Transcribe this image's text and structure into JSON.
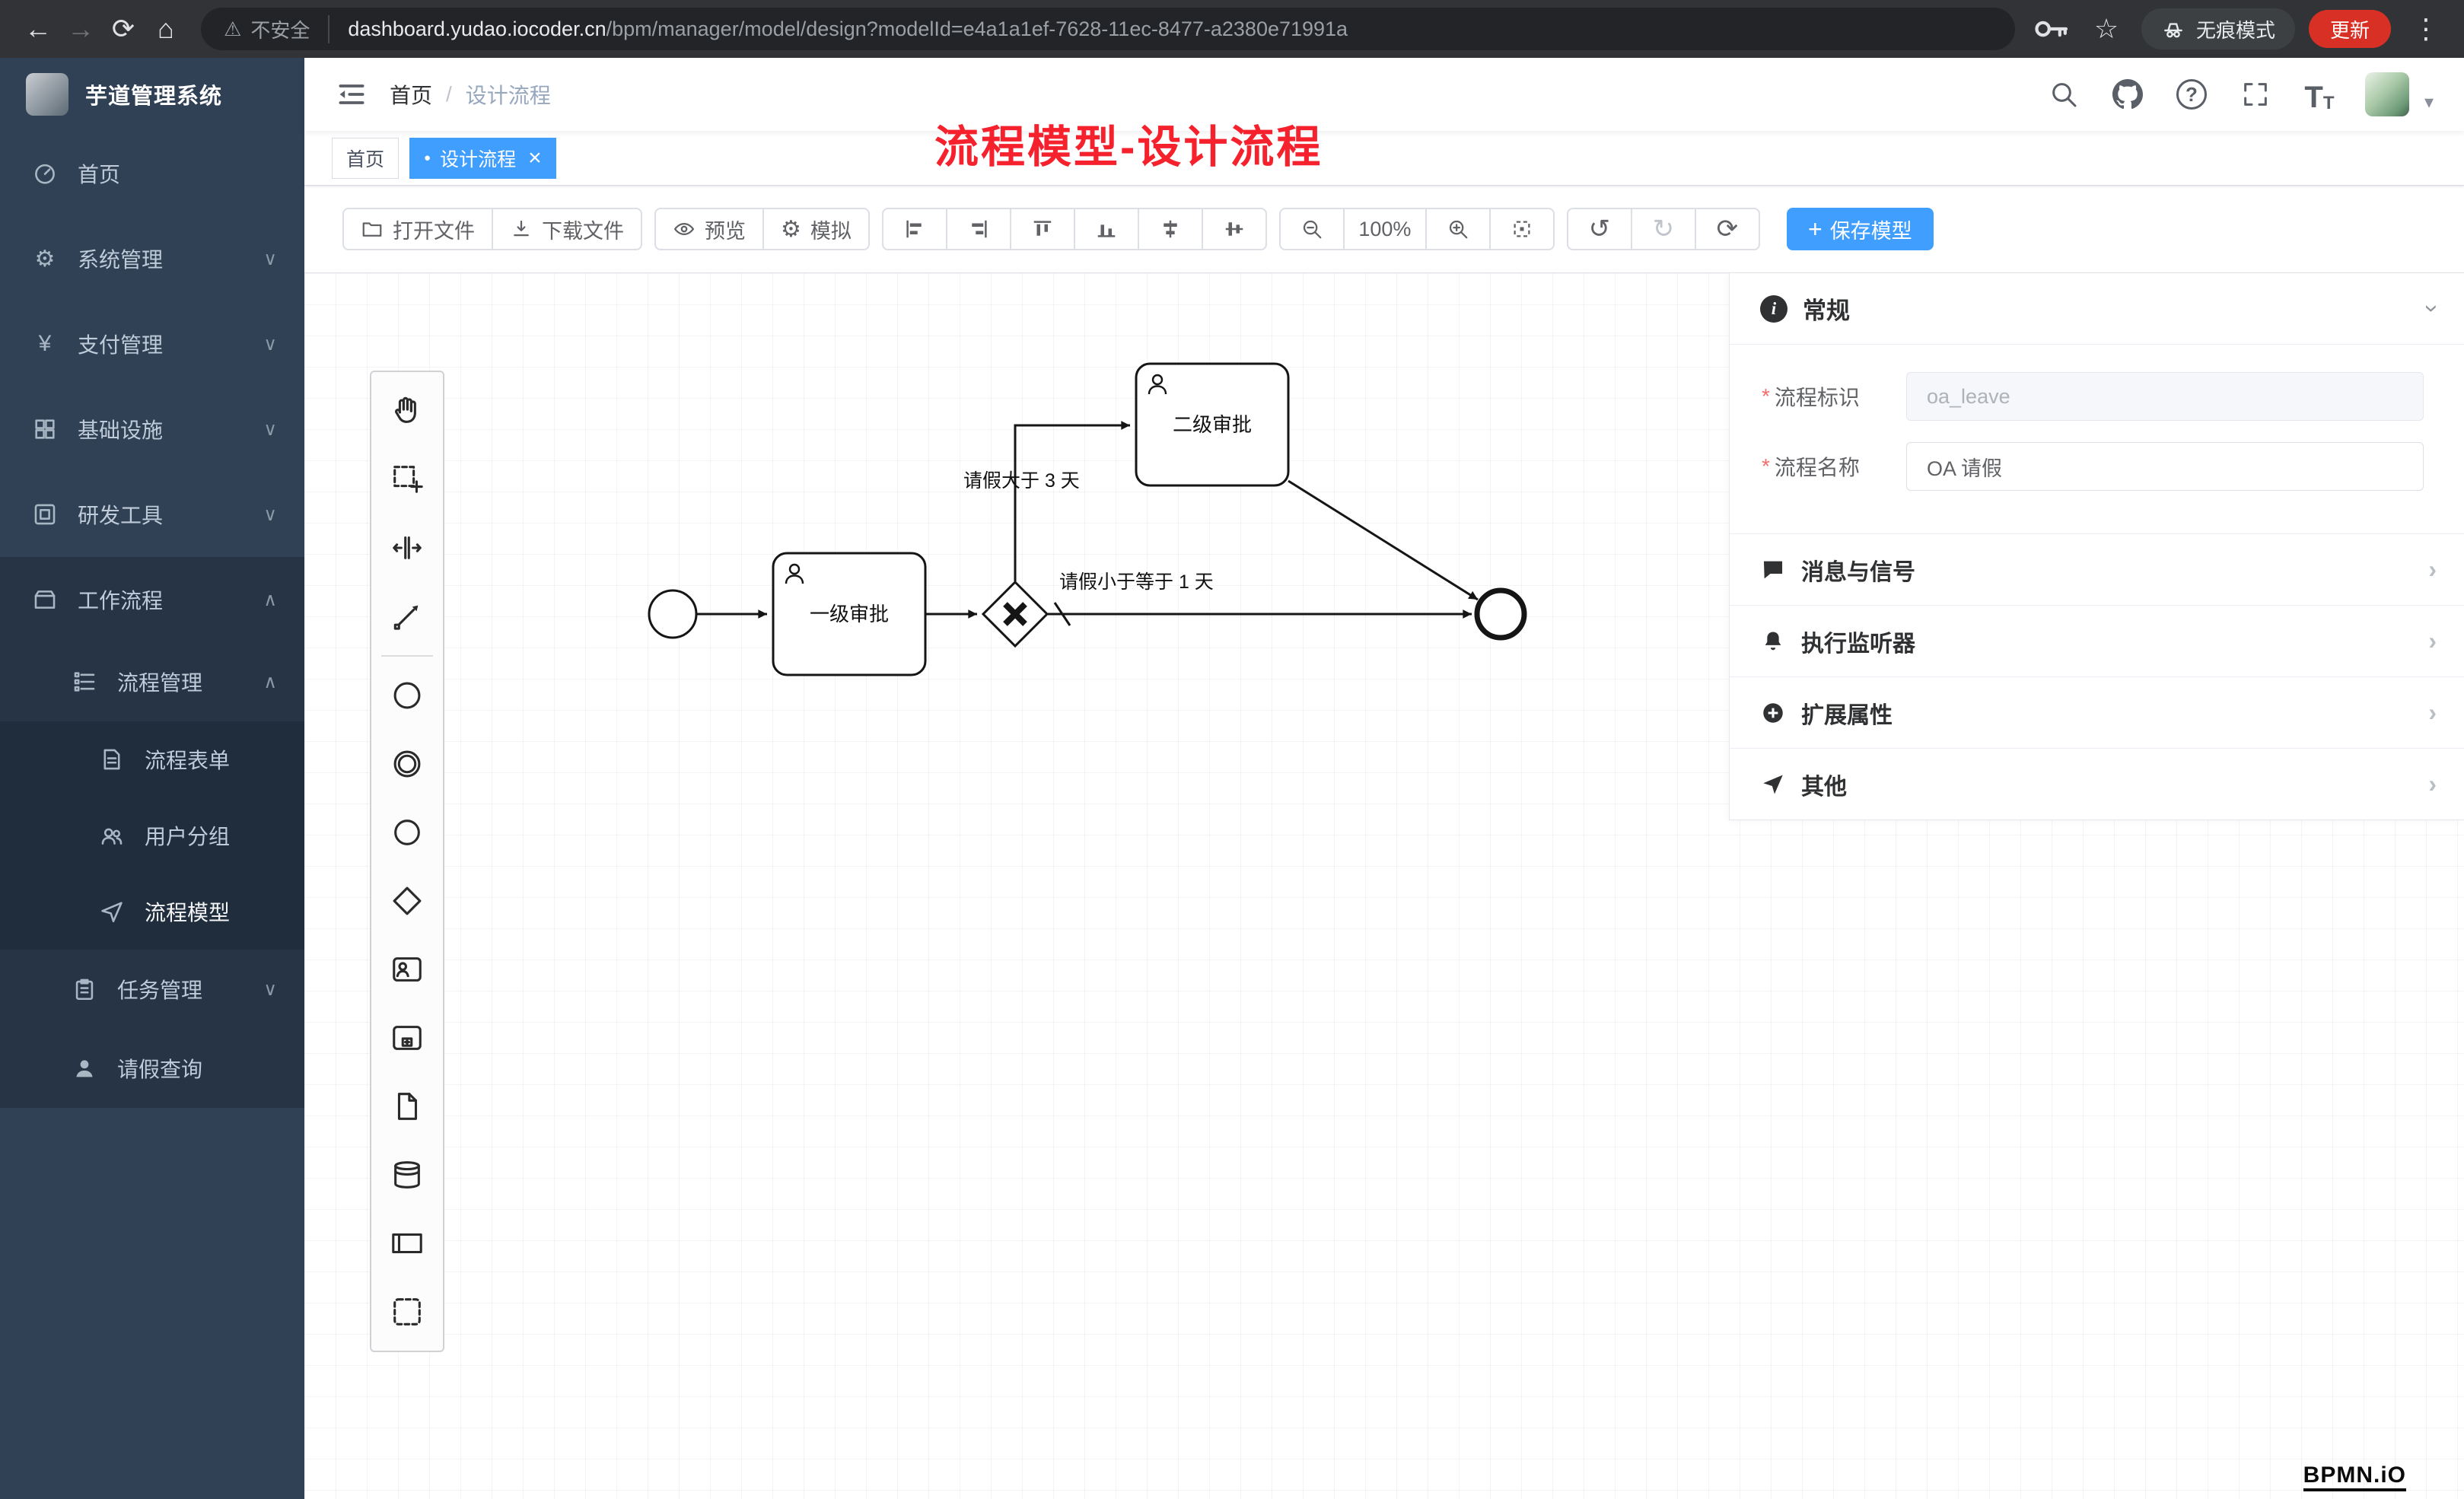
{
  "browser": {
    "security_label": "不安全",
    "url_host": "dashboard.yudao.iocoder.cn",
    "url_path": "/bpm/manager/model/design?modelId=e4a1a1ef-7628-11ec-8477-a2380e71991a",
    "incognito_label": "无痕模式",
    "update_label": "更新"
  },
  "glyphs": {
    "back": "←",
    "forward": "→",
    "reload": "⟳",
    "home": "⌂",
    "warning": "⚠",
    "star": "☆",
    "menu_dots": "⋮",
    "breadcrumb_sep": "/",
    "chevron_down": "∨",
    "chevron_up": "∧",
    "chevron_right": "›",
    "gear": "⚙",
    "yen": "¥",
    "undo": "↺",
    "redo": "↻",
    "refresh": "⟳",
    "tag_dot": "●",
    "tag_close": "×",
    "caret_down": "▾",
    "question": "?",
    "letter_t": "T",
    "plus": "+",
    "info": "i"
  },
  "sidebar": {
    "app_title": "芋道管理系统",
    "menu": [
      {
        "label": "首页"
      },
      {
        "label": "系统管理"
      },
      {
        "label": "支付管理"
      },
      {
        "label": "基础设施"
      },
      {
        "label": "研发工具"
      },
      {
        "label": "工作流程"
      }
    ],
    "submenu": {
      "process_management": "流程管理",
      "process_form": "流程表单",
      "user_group": "用户分组",
      "process_model": "流程模型",
      "task_management": "任务管理",
      "leave_query": "请假查询"
    }
  },
  "navbar": {
    "breadcrumb_home": "首页",
    "breadcrumb_current": "设计流程"
  },
  "tags": {
    "home": "首页",
    "active": "设计流程"
  },
  "annotation": {
    "text": "流程模型-设计流程"
  },
  "toolbar": {
    "open_file": "打开文件",
    "download_file": "下载文件",
    "preview": "预览",
    "simulate": "模拟",
    "zoom_level": "100%",
    "save_label": "保存模型"
  },
  "diagram": {
    "task1": "一级审批",
    "task2": "二级审批",
    "edge_label_gt": "请假大于 3 天",
    "edge_label_lte": "请假小于等于 1 天"
  },
  "panel": {
    "general_title": "常规",
    "required_mark": "*",
    "process_key_label": "流程标识",
    "process_key_value": "oa_leave",
    "process_name_label": "流程名称",
    "process_name_value": "OA 请假",
    "sections": [
      {
        "title": "消息与信号"
      },
      {
        "title": "执行监听器"
      },
      {
        "title": "扩展属性"
      },
      {
        "title": "其他"
      }
    ]
  },
  "watermark": "BPMN.iO",
  "colors": {
    "accent": "#409eff",
    "sidebar_bg": "#304156",
    "annotation_red": "#f5222d",
    "update_btn": "#d93025"
  }
}
